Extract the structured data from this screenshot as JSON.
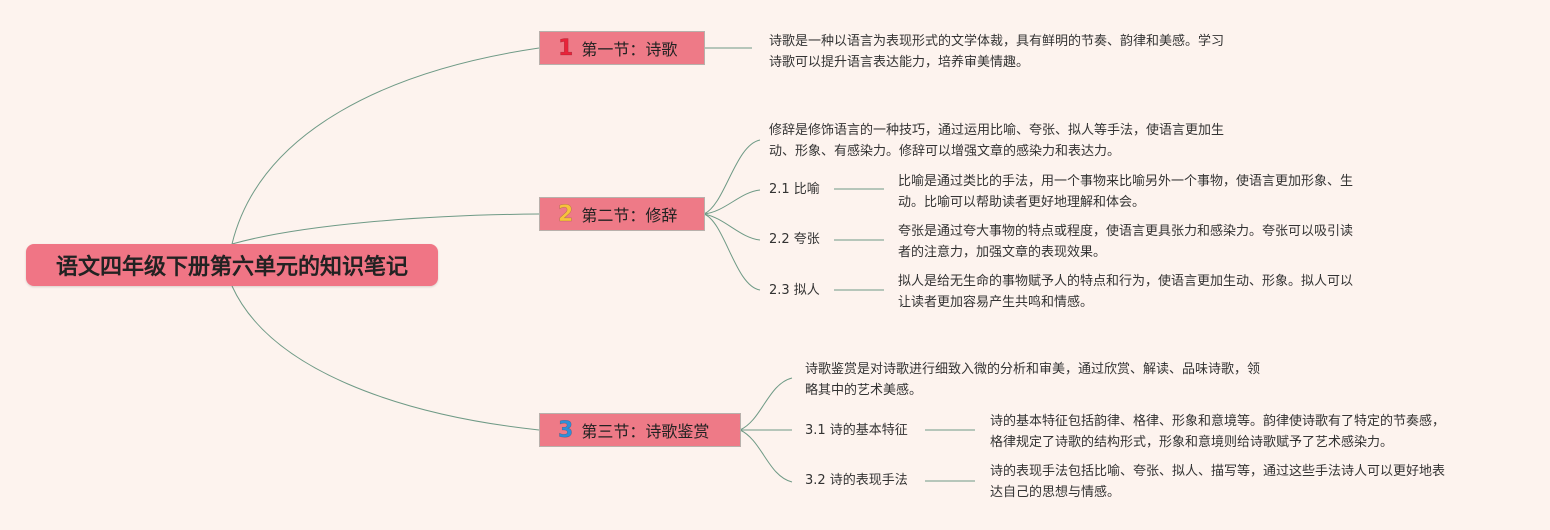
{
  "root": {
    "title": "语文四年级下册第六单元的知识笔记"
  },
  "sections": [
    {
      "num": "1",
      "num_color": "#e8233a",
      "title": "第一节：诗歌",
      "desc": [
        "诗歌是一种以语言为表现形式的文学体裁，具有鲜明的节奏、韵律和美感。学习",
        "诗歌可以提升语言表达能力，培养审美情趣。"
      ]
    },
    {
      "num": "2",
      "num_color": "#f7c23c",
      "title": "第二节：修辞",
      "desc": [
        "修辞是修饰语言的一种技巧，通过运用比喻、夸张、拟人等手法，使语言更加生",
        "动、形象、有感染力。修辞可以增强文章的感染力和表达力。"
      ],
      "items": [
        {
          "label": "2.1 比喻",
          "desc": [
            "比喻是通过类比的手法，用一个事物来比喻另外一个事物，使语言更加形象、生",
            "动。比喻可以帮助读者更好地理解和体会。"
          ]
        },
        {
          "label": "2.2 夸张",
          "desc": [
            "夸张是通过夸大事物的特点或程度，使语言更具张力和感染力。夸张可以吸引读",
            "者的注意力，加强文章的表现效果。"
          ]
        },
        {
          "label": "2.3 拟人",
          "desc": [
            "拟人是给无生命的事物赋予人的特点和行为，使语言更加生动、形象。拟人可以",
            "让读者更加容易产生共鸣和情感。"
          ]
        }
      ]
    },
    {
      "num": "3",
      "num_color": "#2f8fd8",
      "title": "第三节：诗歌鉴赏",
      "desc": [
        "诗歌鉴赏是对诗歌进行细致入微的分析和审美，通过欣赏、解读、品味诗歌，领",
        "略其中的艺术美感。"
      ],
      "items": [
        {
          "label": "3.1 诗的基本特征",
          "desc": [
            "诗的基本特征包括韵律、格律、形象和意境等。韵律使诗歌有了特定的节奏感，",
            "格律规定了诗歌的结构形式，形象和意境则给诗歌赋予了艺术感染力。"
          ]
        },
        {
          "label": "3.2 诗的表现手法",
          "desc": [
            "诗的表现手法包括比喻、夸张、拟人、描写等，通过这些手法诗人可以更好地表",
            "达自己的思想与情感。"
          ]
        }
      ]
    }
  ],
  "colors": {
    "line": "#6f9a86",
    "root_bg": "#f07585",
    "node_bg": "#ee7a87",
    "background": "#fdf3ee"
  }
}
